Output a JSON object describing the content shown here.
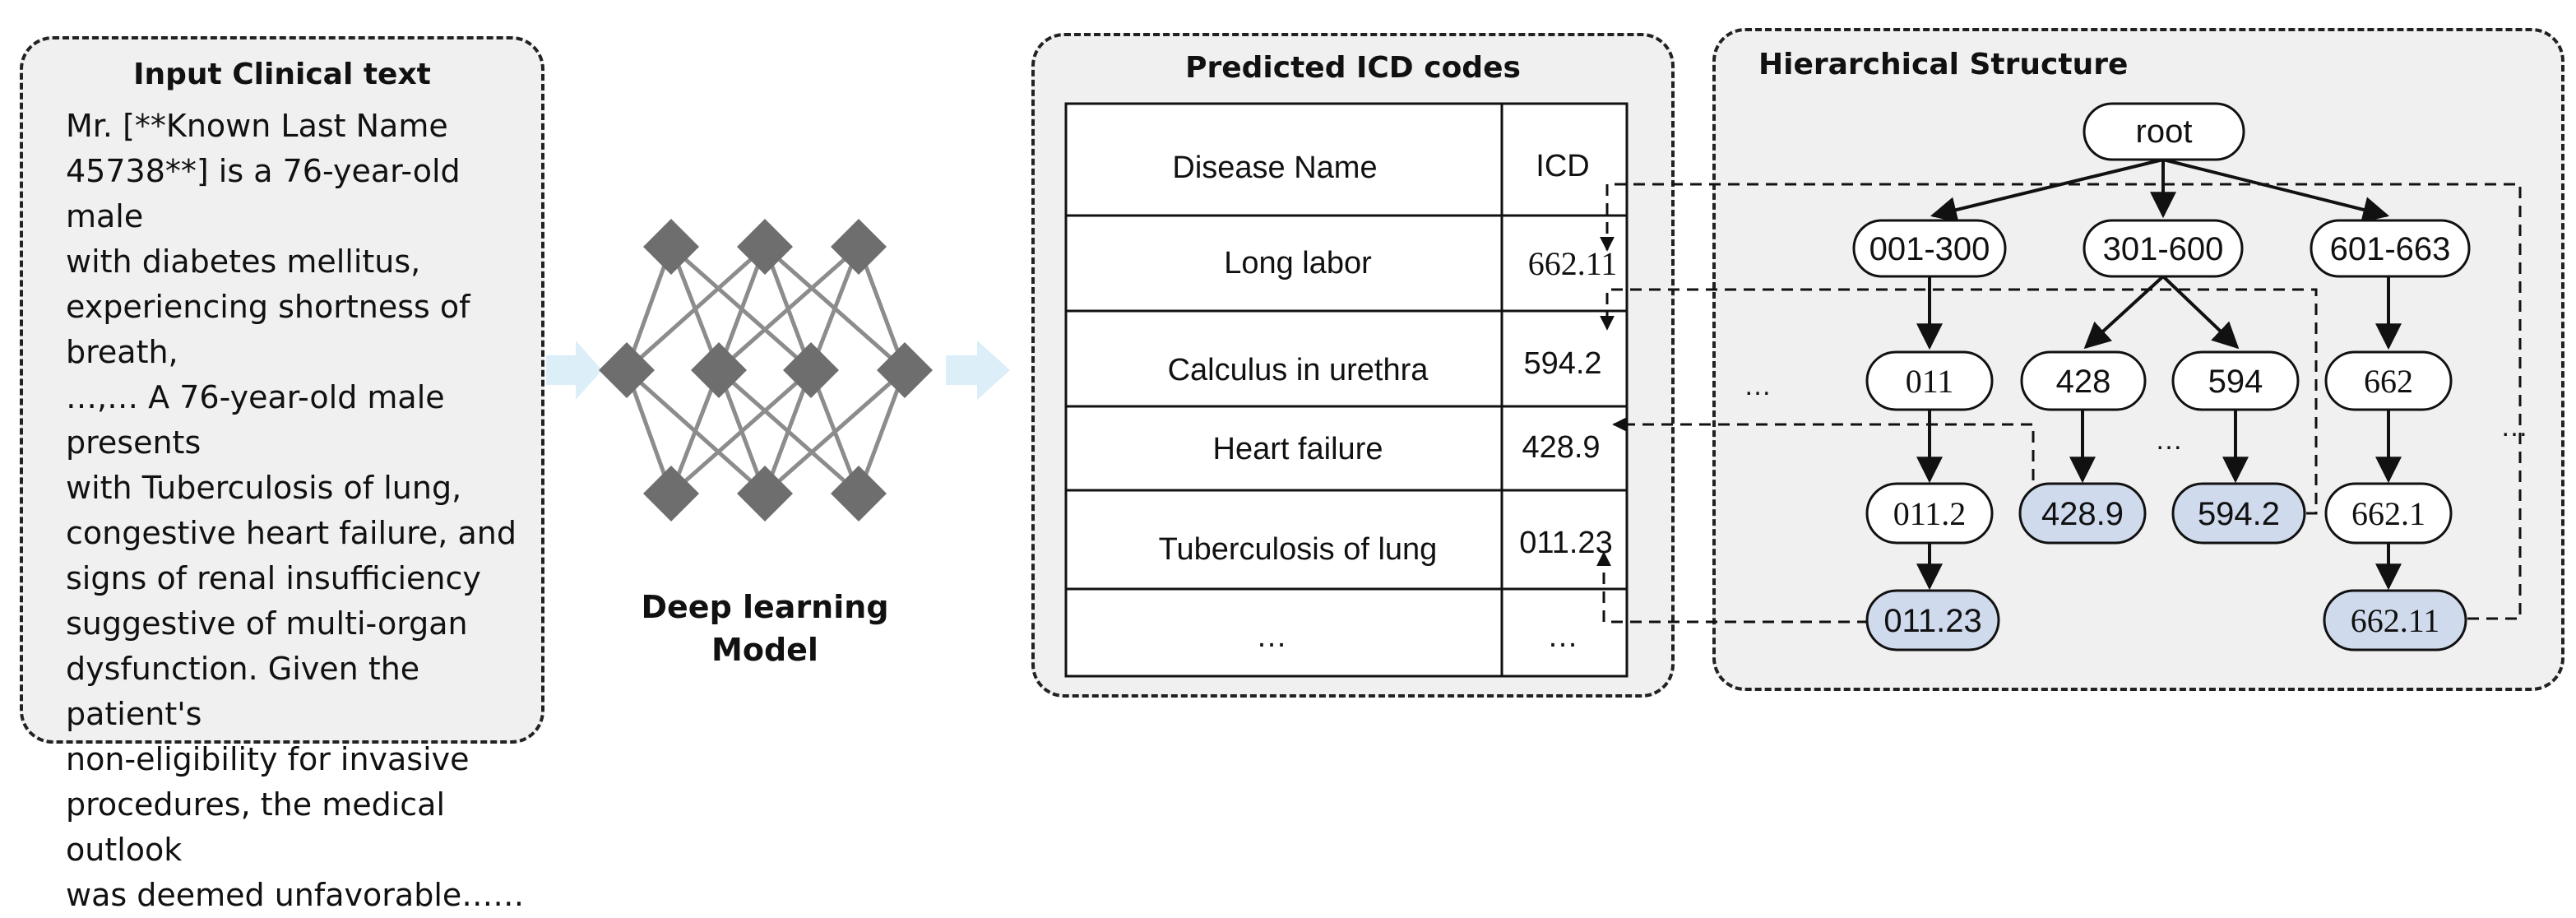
{
  "input_panel": {
    "title": "Input Clinical text",
    "body": "Mr. [**Known Last Name\n45738**] is a 76-year-old male\nwith diabetes mellitus,\nexperiencing shortness of breath,\n…,… A 76-year-old male presents\nwith Tuberculosis of lung,\ncongestive heart failure, and\nsigns of renal insufficiency\nsuggestive of multi-organ\ndysfunction. Given the patient's\nnon-eligibility for invasive\nprocedures, the medical outlook\nwas deemed unfavorable……"
  },
  "model": {
    "label_line1": "Deep learning",
    "label_line2": "Model"
  },
  "icd_panel": {
    "title": "Predicted ICD codes",
    "header": {
      "name": "Disease Name",
      "code": "ICD"
    },
    "rows": [
      {
        "name": "Long labor",
        "code": "662.11"
      },
      {
        "name": "Calculus in urethra",
        "code": "594.2"
      },
      {
        "name": "Heart failure",
        "code": "428.9"
      },
      {
        "name": "Tuberculosis of lung",
        "code": "011.23"
      },
      {
        "name": "…",
        "code": "…"
      }
    ]
  },
  "hierarchy": {
    "title": "Hierarchical Structure",
    "nodes": {
      "root": "root",
      "r1": "001-300",
      "r2": "301-600",
      "r3": "601-663",
      "c011": "011",
      "c428": "428",
      "c594": "594",
      "c662": "662",
      "c0112": "011.2",
      "c4289": "428.9",
      "c5942": "594.2",
      "c6621": "662.1",
      "c01123": "011.23",
      "c66211": "662.11"
    },
    "ellipsis_left": "…",
    "ellipsis_mid": "…",
    "ellipsis_right": "…"
  },
  "colors": {
    "highlight_fill": "#cfdaed",
    "panel_fill": "#f0f0f0",
    "arrow_fill": "#dceef7",
    "network_node": "#6e6e6e",
    "network_edge": "#8c8c8c"
  }
}
